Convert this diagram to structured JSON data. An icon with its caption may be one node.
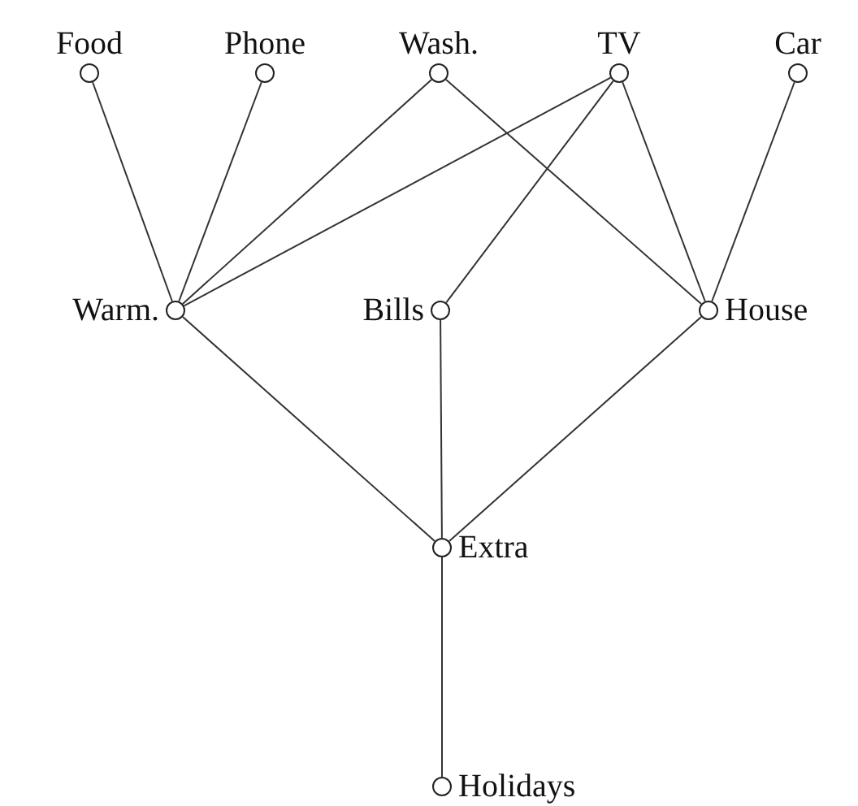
{
  "diagram": {
    "nodes": [
      {
        "text": [
          "Food"
        ]
      },
      {
        "text": [
          "Phone"
        ]
      },
      {
        "text": [
          "Wash."
        ]
      },
      {
        "text": [
          "TV"
        ]
      },
      {
        "text": [
          "Car"
        ]
      },
      {
        "text": [
          "Warm."
        ]
      },
      {
        "text": [
          "Bills"
        ]
      },
      {
        "text": [
          "House"
        ]
      },
      {
        "text": [
          "Extra"
        ]
      },
      {
        "text": [
          "Holidays"
        ]
      }
    ],
    "edges": [
      {
        "from": 0,
        "to": 5,
        "arrow": "none"
      },
      {
        "from": 1,
        "to": 5,
        "arrow": "none"
      },
      {
        "from": 2,
        "to": 5,
        "arrow": "none"
      },
      {
        "from": 3,
        "to": 5,
        "arrow": "none"
      },
      {
        "from": 2,
        "to": 7,
        "arrow": "none"
      },
      {
        "from": 3,
        "to": 6,
        "arrow": "none"
      },
      {
        "from": 3,
        "to": 7,
        "arrow": "none"
      },
      {
        "from": 4,
        "to": 7,
        "arrow": "none"
      },
      {
        "from": 5,
        "to": 8,
        "arrow": "none"
      },
      {
        "from": 6,
        "to": 8,
        "arrow": "none"
      },
      {
        "from": 7,
        "to": 8,
        "arrow": "none"
      },
      {
        "from": 8,
        "to": 9,
        "arrow": "none"
      }
    ]
  }
}
